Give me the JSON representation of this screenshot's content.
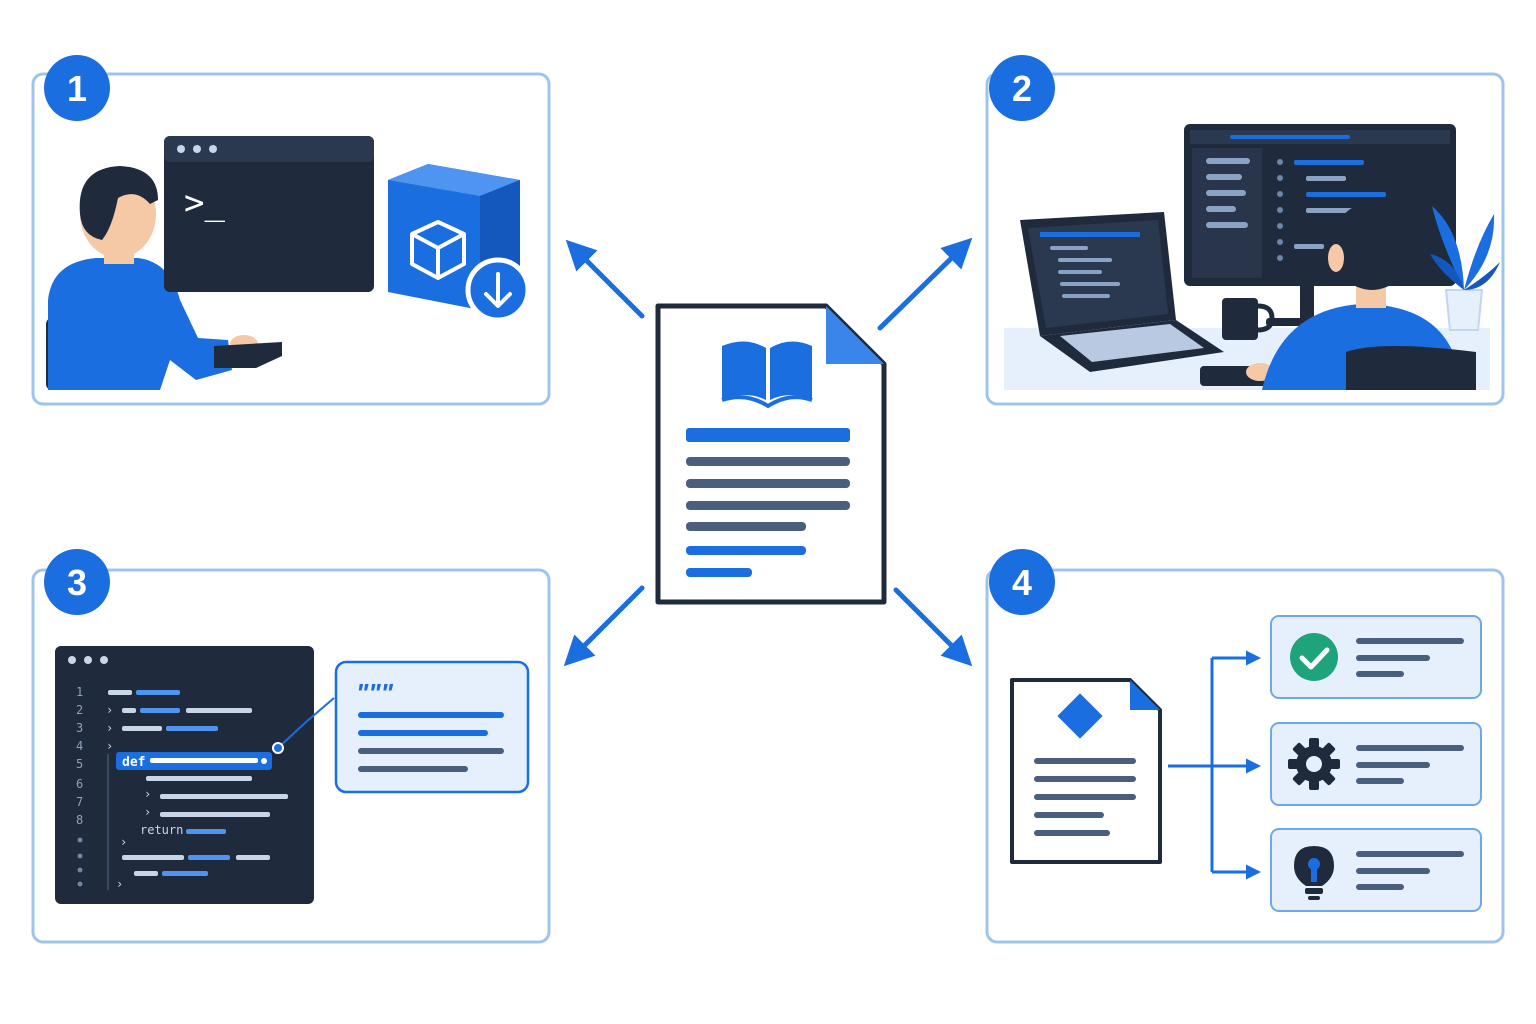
{
  "steps": [
    {
      "number": "1"
    },
    {
      "number": "2"
    },
    {
      "number": "3"
    },
    {
      "number": "4"
    }
  ],
  "code": {
    "terminal_prompt": ">_",
    "line_numbers": [
      "1",
      "2",
      "3",
      "4",
      "5",
      "6",
      "7",
      "8"
    ],
    "def_keyword": "def",
    "return_keyword": "return",
    "docstring_mark": "\"\"\""
  },
  "colors": {
    "brand_blue": "#1a6ee0",
    "dark_navy": "#1f2a3d",
    "panel_border": "#9fc4ec",
    "light_blue_fill": "#e6f0fc",
    "success_green": "#1fa37a"
  },
  "icons": [
    "terminal-icon",
    "package-download-icon",
    "book-icon",
    "code-editor-icon",
    "docstring-icon",
    "document-icon",
    "check-circle-icon",
    "gear-icon",
    "lightbulb-icon"
  ]
}
